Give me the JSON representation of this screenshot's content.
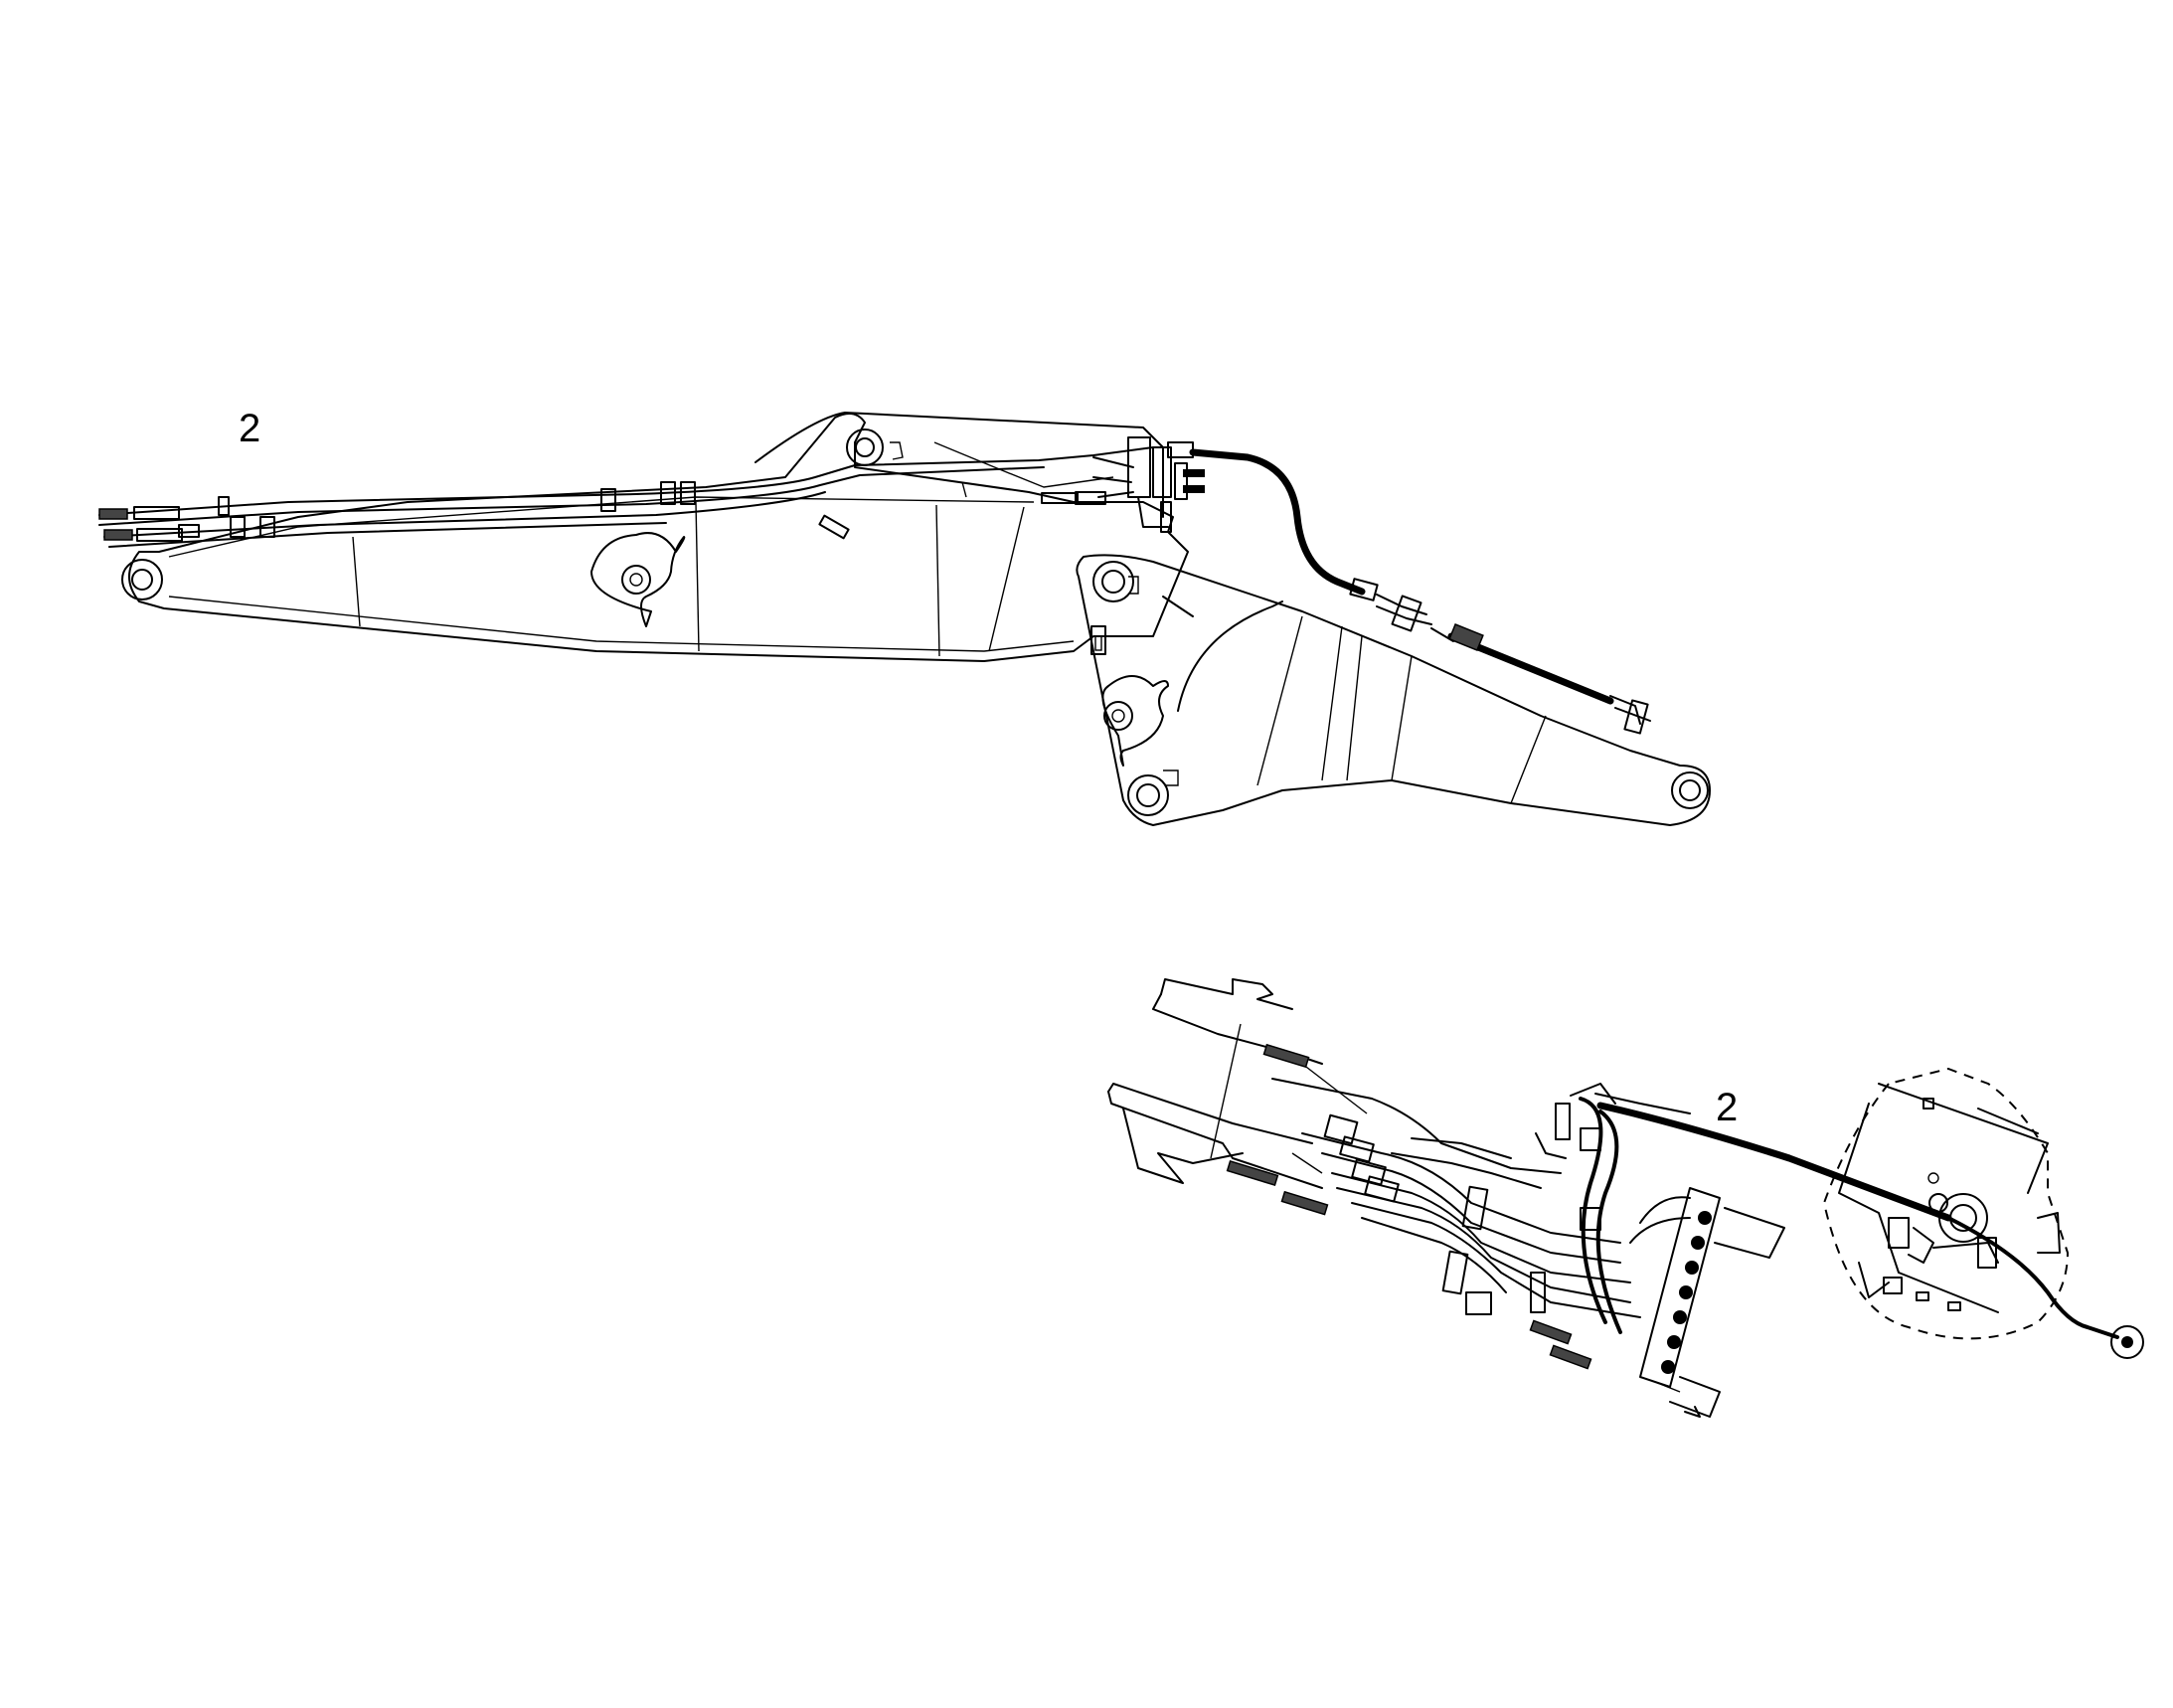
{
  "callouts": [
    {
      "id": "callout-top",
      "label": "2"
    },
    {
      "id": "callout-bottom",
      "label": "2"
    }
  ],
  "colors": {
    "line": "#000000",
    "background": "#ffffff"
  }
}
